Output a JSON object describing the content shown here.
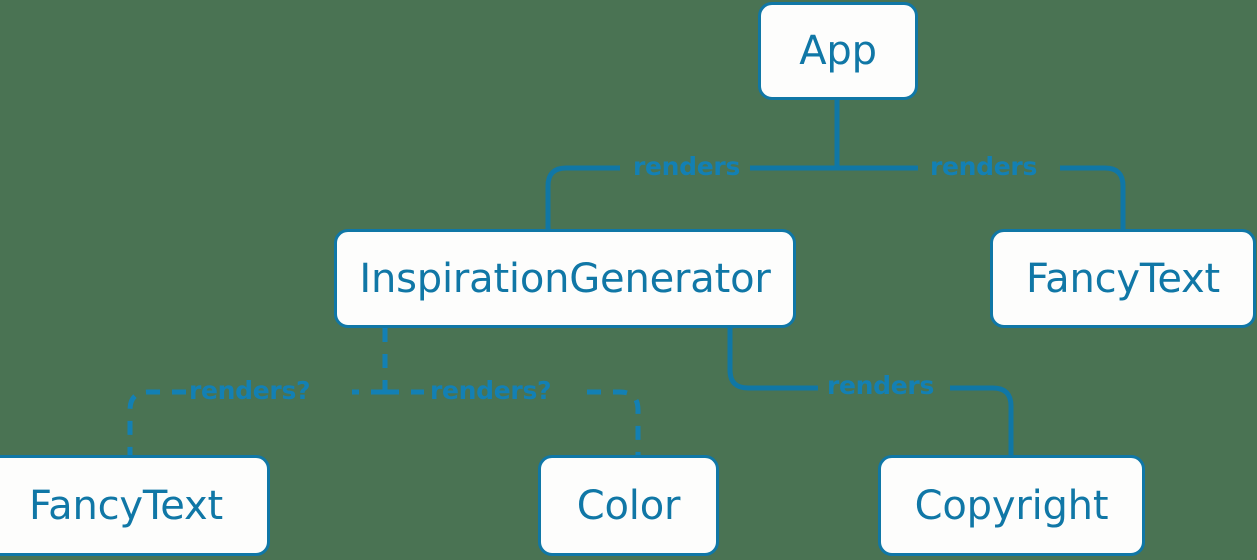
{
  "diagram": {
    "type": "component-tree",
    "background_color": "#4a7353",
    "accent_color": "#1077a6",
    "node_fill_color": "#fdfdfc",
    "nodes": [
      {
        "id": "app",
        "label": "App"
      },
      {
        "id": "inspiration",
        "label": "InspirationGenerator"
      },
      {
        "id": "fancytext_top",
        "label": "FancyText"
      },
      {
        "id": "fancytext_bottom",
        "label": "FancyText"
      },
      {
        "id": "color",
        "label": "Color"
      },
      {
        "id": "copyright",
        "label": "Copyright"
      }
    ],
    "edges": [
      {
        "from": "app",
        "to": "inspiration",
        "label": "renders",
        "style": "solid"
      },
      {
        "from": "app",
        "to": "fancytext_top",
        "label": "renders",
        "style": "solid"
      },
      {
        "from": "inspiration",
        "to": "fancytext_bottom",
        "label": "renders?",
        "style": "dashed"
      },
      {
        "from": "inspiration",
        "to": "color",
        "label": "renders?",
        "style": "dashed"
      },
      {
        "from": "inspiration",
        "to": "copyright",
        "label": "renders",
        "style": "solid"
      }
    ],
    "edge_labels": {
      "renders_left": "renders",
      "renders_right": "renders",
      "renders_q_left": "renders?",
      "renders_q_right": "renders?",
      "renders_bottom": "renders"
    }
  }
}
